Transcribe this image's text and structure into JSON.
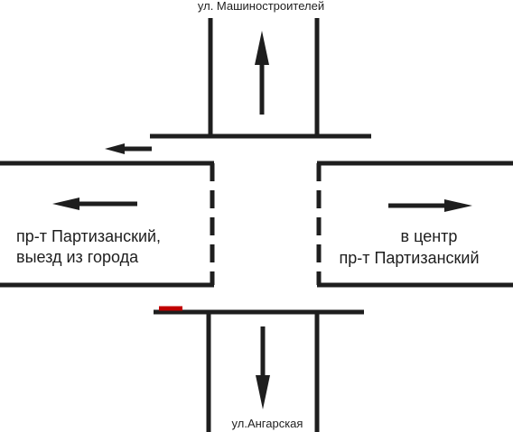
{
  "labels": {
    "street_north": "ул. Машиностроителей",
    "street_south": "ул.Ангарская",
    "west_line1": "пр-т Партизанский,",
    "west_line2": "выезд из города",
    "east_line1": "в центр",
    "east_line2": "пр-т Партизанский"
  },
  "colors": {
    "line": "#1e1e1e",
    "marker": "#c00000"
  }
}
